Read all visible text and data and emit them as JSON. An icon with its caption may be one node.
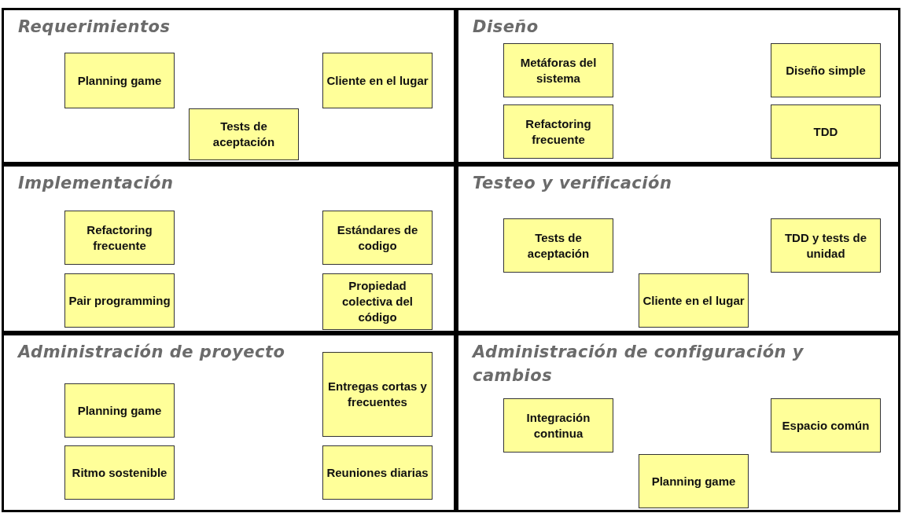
{
  "diagram": {
    "nodes": [
      {
        "text": [
          "Requerimientos"
        ]
      },
      {
        "text": [
          "Planning game"
        ],
        "in": 0
      },
      {
        "text": [
          "Cliente en el lugar"
        ],
        "in": 0
      },
      {
        "text": [
          "Tests de aceptación"
        ],
        "in": 0
      },
      {
        "text": [
          "Diseño"
        ]
      },
      {
        "text": [
          "Metáforas del sistema"
        ],
        "in": 4
      },
      {
        "text": [
          "Diseño simple"
        ],
        "in": 4
      },
      {
        "text": [
          "Refactoring frecuente"
        ],
        "in": 4
      },
      {
        "text": [
          "TDD"
        ],
        "in": 4
      },
      {
        "text": [
          "Implementación"
        ]
      },
      {
        "text": [
          "Refactoring frecuente"
        ],
        "in": 9
      },
      {
        "text": [
          "Estándares de codigo"
        ],
        "in": 9
      },
      {
        "text": [
          "Pair programming"
        ],
        "in": 9
      },
      {
        "text": [
          "Propiedad colectiva del código"
        ],
        "in": 9
      },
      {
        "text": [
          "Testeo y verificación"
        ]
      },
      {
        "text": [
          "Tests de aceptación"
        ],
        "in": 14
      },
      {
        "text": [
          "TDD y tests de unidad"
        ],
        "in": 14
      },
      {
        "text": [
          "Cliente en el lugar"
        ],
        "in": 14
      },
      {
        "text": [
          "Administración de proyecto"
        ]
      },
      {
        "text": [
          "Planning game"
        ],
        "in": 18
      },
      {
        "text": [
          "Entregas cortas y frecuentes"
        ],
        "in": 18
      },
      {
        "text": [
          "Ritmo sostenible"
        ],
        "in": 18
      },
      {
        "text": [
          "Reuniones diarias"
        ],
        "in": 18
      },
      {
        "text": [
          "Administración de configuración y cambios"
        ]
      },
      {
        "text": [
          "Integración continua"
        ],
        "in": 23
      },
      {
        "text": [
          "Espacio común"
        ],
        "in": 23
      },
      {
        "text": [
          "Planning game"
        ],
        "in": 23
      }
    ]
  }
}
